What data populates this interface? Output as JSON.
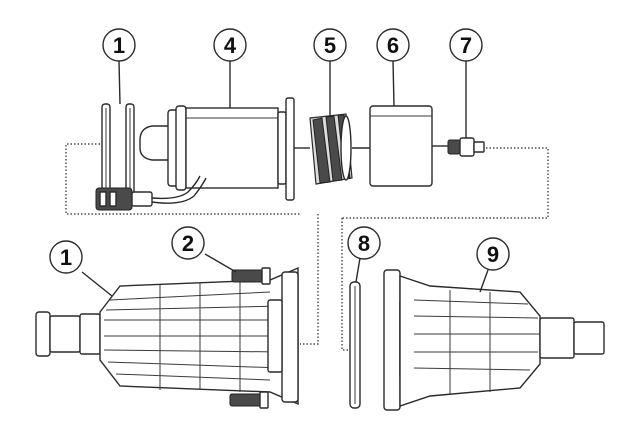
{
  "callouts": [
    {
      "id": "c1a",
      "label": "1"
    },
    {
      "id": "c4",
      "label": "4"
    },
    {
      "id": "c5",
      "label": "5"
    },
    {
      "id": "c6",
      "label": "6"
    },
    {
      "id": "c7",
      "label": "7"
    },
    {
      "id": "c1b",
      "label": "1"
    },
    {
      "id": "c2",
      "label": "2"
    },
    {
      "id": "c8",
      "label": "8"
    },
    {
      "id": "c9",
      "label": "9"
    }
  ]
}
